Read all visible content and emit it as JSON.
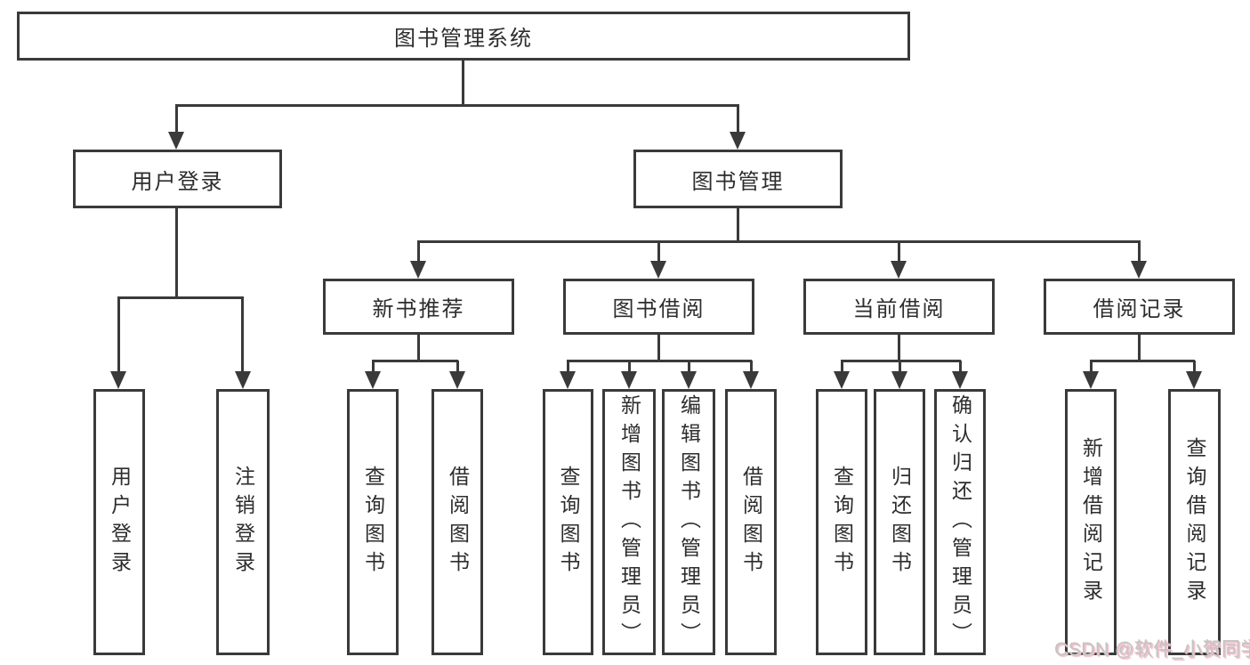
{
  "colors": {
    "line": "#3a3a3a",
    "text": "#2d2d2d",
    "node_background": "#ffffff",
    "page_background": "#ffffff",
    "watermark_text": "#c4c4c4",
    "watermark_shadow": "#eebfc9"
  },
  "diagram": {
    "title": "图书管理系统",
    "branches": {
      "user_login": {
        "label": "用户登录",
        "children": [
          "用户登录",
          "注销登录"
        ]
      },
      "book_management": {
        "label": "图书管理",
        "sections": [
          {
            "label": "新书推荐",
            "children": [
              "查询图书",
              "借阅图书"
            ]
          },
          {
            "label": "图书借阅",
            "children": [
              "查询图书",
              "新增图书（管理员）",
              "编辑图书（管理员）",
              "借阅图书"
            ]
          },
          {
            "label": "当前借阅",
            "children": [
              "查询图书",
              "归还图书",
              "确认归还（管理员）"
            ]
          },
          {
            "label": "借阅记录",
            "children": [
              "新增借阅记录",
              "查询借阅记录"
            ]
          }
        ]
      }
    }
  },
  "watermark": {
    "text": "CSDN @软件_小贺同学"
  }
}
